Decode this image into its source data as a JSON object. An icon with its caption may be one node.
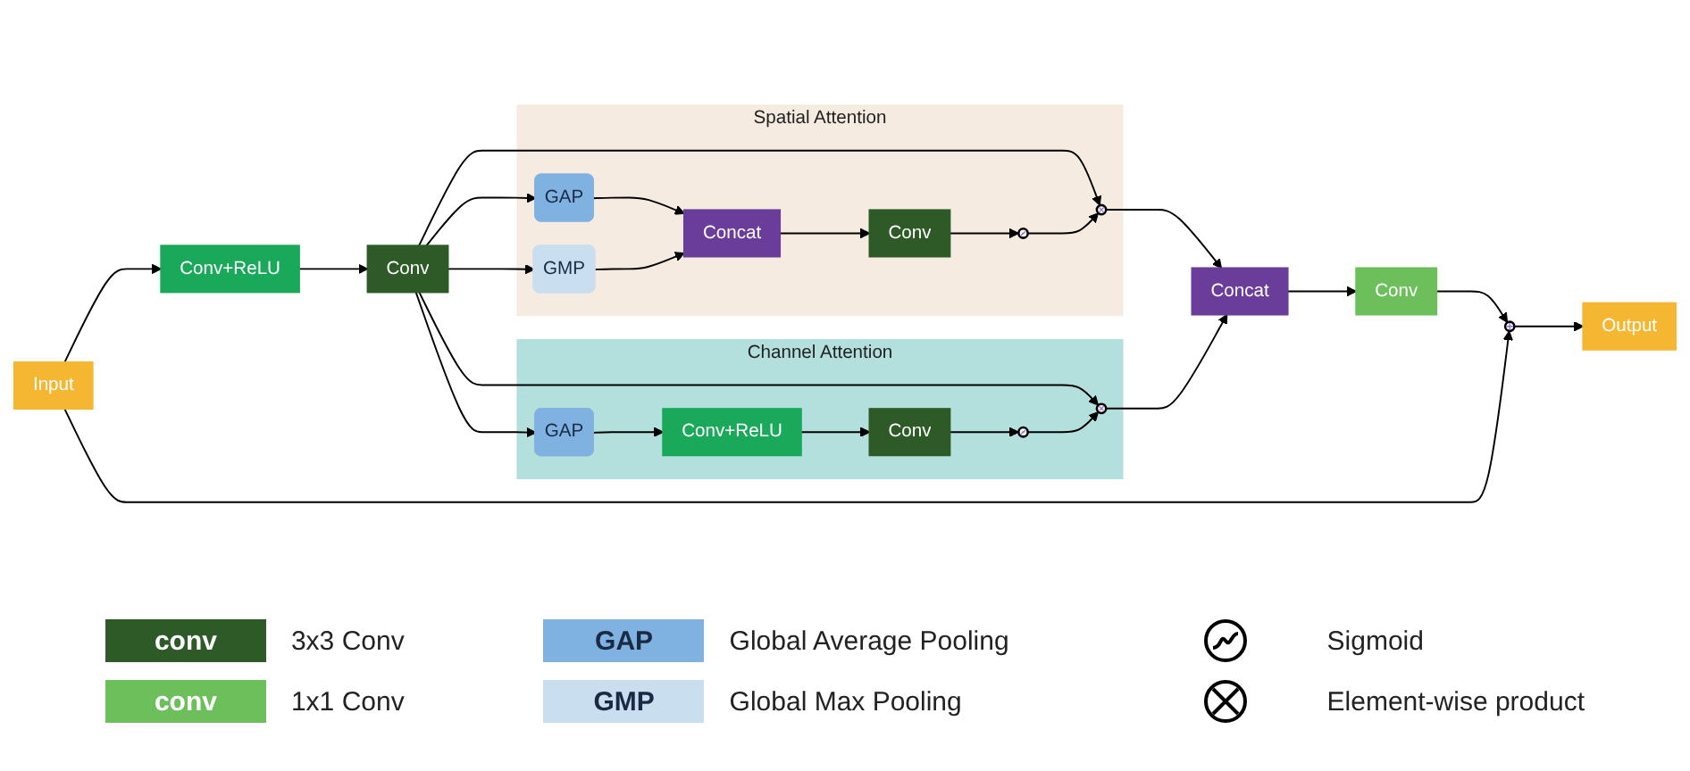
{
  "diagram": {
    "nodes": [
      {
        "text": [
          "Input"
        ]
      },
      {
        "text": [
          "Conv+ReLU"
        ]
      },
      {
        "text": [
          "Conv"
        ]
      },
      {
        "text": [
          "Spatial Attention"
        ]
      },
      {
        "text": [
          "GAP"
        ],
        "in": 3
      },
      {
        "text": [
          "GMP"
        ],
        "in": 3
      },
      {
        "text": [
          "Concat"
        ],
        "in": 3
      },
      {
        "text": [
          "Conv"
        ],
        "in": 3
      },
      {
        "text": [],
        "shape": "circle",
        "in": 3
      },
      {
        "text": [],
        "shape": "circle",
        "in": 3
      },
      {
        "text": [
          "Channel Attention"
        ]
      },
      {
        "text": [
          "GAP"
        ],
        "in": 10
      },
      {
        "text": [
          "Conv+ReLU"
        ],
        "in": 10
      },
      {
        "text": [
          "Conv"
        ],
        "in": 10
      },
      {
        "text": [],
        "shape": "circle",
        "in": 10
      },
      {
        "text": [],
        "shape": "circle",
        "in": 10
      },
      {
        "text": [
          "Concat"
        ]
      },
      {
        "text": [
          "Conv"
        ]
      },
      {
        "text": [],
        "shape": "circle"
      },
      {
        "text": [
          "Output"
        ]
      }
    ],
    "edges": [
      {
        "from": 0,
        "to": 1,
        "arrow": "to"
      },
      {
        "from": 1,
        "to": 2,
        "arrow": "to"
      },
      {
        "from": 2,
        "to": 4,
        "arrow": "to"
      },
      {
        "from": 2,
        "to": 5,
        "arrow": "to"
      },
      {
        "from": 2,
        "to": 9,
        "arrow": "to"
      },
      {
        "from": 2,
        "to": 11,
        "arrow": "to"
      },
      {
        "from": 2,
        "to": 15,
        "arrow": "to"
      },
      {
        "from": 4,
        "to": 6,
        "arrow": "to"
      },
      {
        "from": 5,
        "to": 6,
        "arrow": "to"
      },
      {
        "from": 6,
        "to": 7,
        "arrow": "to"
      },
      {
        "from": 7,
        "to": 8,
        "arrow": "to"
      },
      {
        "from": 8,
        "to": 9,
        "arrow": "to"
      },
      {
        "from": 11,
        "to": 12,
        "arrow": "to"
      },
      {
        "from": 12,
        "to": 13,
        "arrow": "to"
      },
      {
        "from": 13,
        "to": 14,
        "arrow": "to"
      },
      {
        "from": 14,
        "to": 15,
        "arrow": "to"
      },
      {
        "from": 9,
        "to": 16,
        "arrow": "to"
      },
      {
        "from": 15,
        "to": 16,
        "arrow": "to"
      },
      {
        "from": 16,
        "to": 17,
        "arrow": "to"
      },
      {
        "from": 17,
        "to": 18,
        "arrow": "to"
      },
      {
        "from": 0,
        "to": 18,
        "arrow": "to"
      },
      {
        "from": 18,
        "to": 19,
        "arrow": "to"
      }
    ],
    "labels": [
      "conv",
      "GAP",
      "conv",
      "GMP"
    ],
    "legend": [
      {
        "text": "3x3 Conv",
        "color": "#2d5a27"
      },
      {
        "text": "Global Average Pooling",
        "color": "#7fb2e0"
      },
      {
        "text": "Sigmoid"
      },
      {
        "text": "1x1 Conv",
        "color": "#6dbf5b"
      },
      {
        "text": "Global Max Pooling",
        "color": "#c9dff0"
      },
      {
        "text": "Element-wise product"
      }
    ]
  }
}
